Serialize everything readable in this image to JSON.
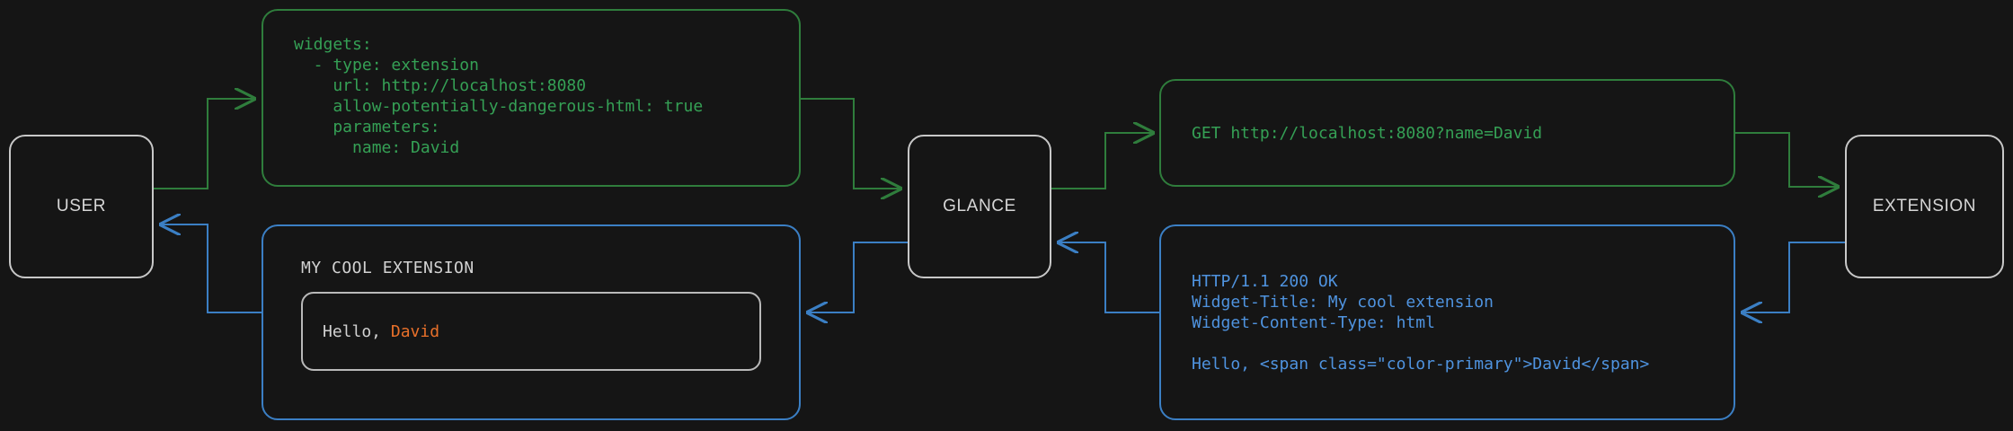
{
  "theme": {
    "background": "#151515",
    "node_border": "#c8c8c8",
    "node_text": "#d6d6d6",
    "request_color": "#35a055",
    "response_color": "#4f93df",
    "accent_color": "#e8702a",
    "widget_text": "#d2d2d2"
  },
  "nodes": {
    "user": {
      "label": "USER"
    },
    "glance": {
      "label": "GLANCE"
    },
    "extension": {
      "label": "EXTENSION"
    }
  },
  "boxes": {
    "config": {
      "name": "glance-yaml-config",
      "color": "#35a055",
      "text": "widgets:\n  - type: extension\n    url: http://localhost:8080\n    allow-potentially-dangerous-html: true\n    parameters:\n      name: David"
    },
    "http_request": {
      "name": "http-get-request",
      "color": "#35a055",
      "text": "GET http://localhost:8080?name=David"
    },
    "http_response": {
      "name": "http-response",
      "color": "#4f93df",
      "text": "HTTP/1.1 200 OK\nWidget-Title: My cool extension\nWidget-Content-Type: html\n\nHello, <span class=\"color-primary\">David</span>"
    },
    "widget": {
      "name": "rendered-widget",
      "color": "#4f93df",
      "title": "MY COOL EXTENSION",
      "greeting_prefix": "Hello, ",
      "greeting_name": "David"
    }
  },
  "flow": {
    "request_path": [
      "user -> glance config",
      "glance -> extension http request"
    ],
    "response_path": [
      "extension -> glance http response",
      "glance -> user rendered widget"
    ]
  }
}
